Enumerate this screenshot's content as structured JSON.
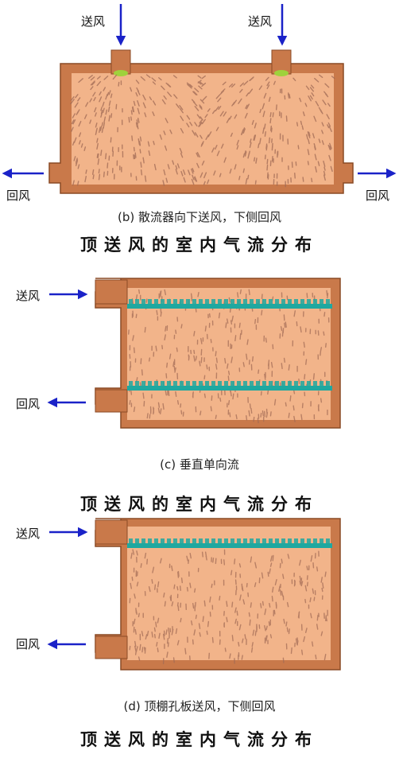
{
  "panel_b": {
    "supply_label_left": "送风",
    "supply_label_right": "送风",
    "return_label_left": "回风",
    "return_label_right": "回风",
    "caption": "(b) 散流器向下送风，下侧回风",
    "heading": "顶送风的室内气流分布"
  },
  "panel_c": {
    "supply_label": "送风",
    "return_label": "回风",
    "caption": "(c) 垂直单向流",
    "heading": "顶送风的室内气流分布"
  },
  "panel_d": {
    "supply_label": "送风",
    "return_label": "回风",
    "caption": "(d) 顶棚孔板送风，下侧回风",
    "heading": "顶送风的室内气流分布"
  },
  "colors": {
    "wall": "#c9794a",
    "wall_edge": "#8a4a25",
    "room_fill": "#f2b48a",
    "arrow": "#1a22c8",
    "filter": "#1fa8a0",
    "diffuser": "#9fd23c"
  }
}
